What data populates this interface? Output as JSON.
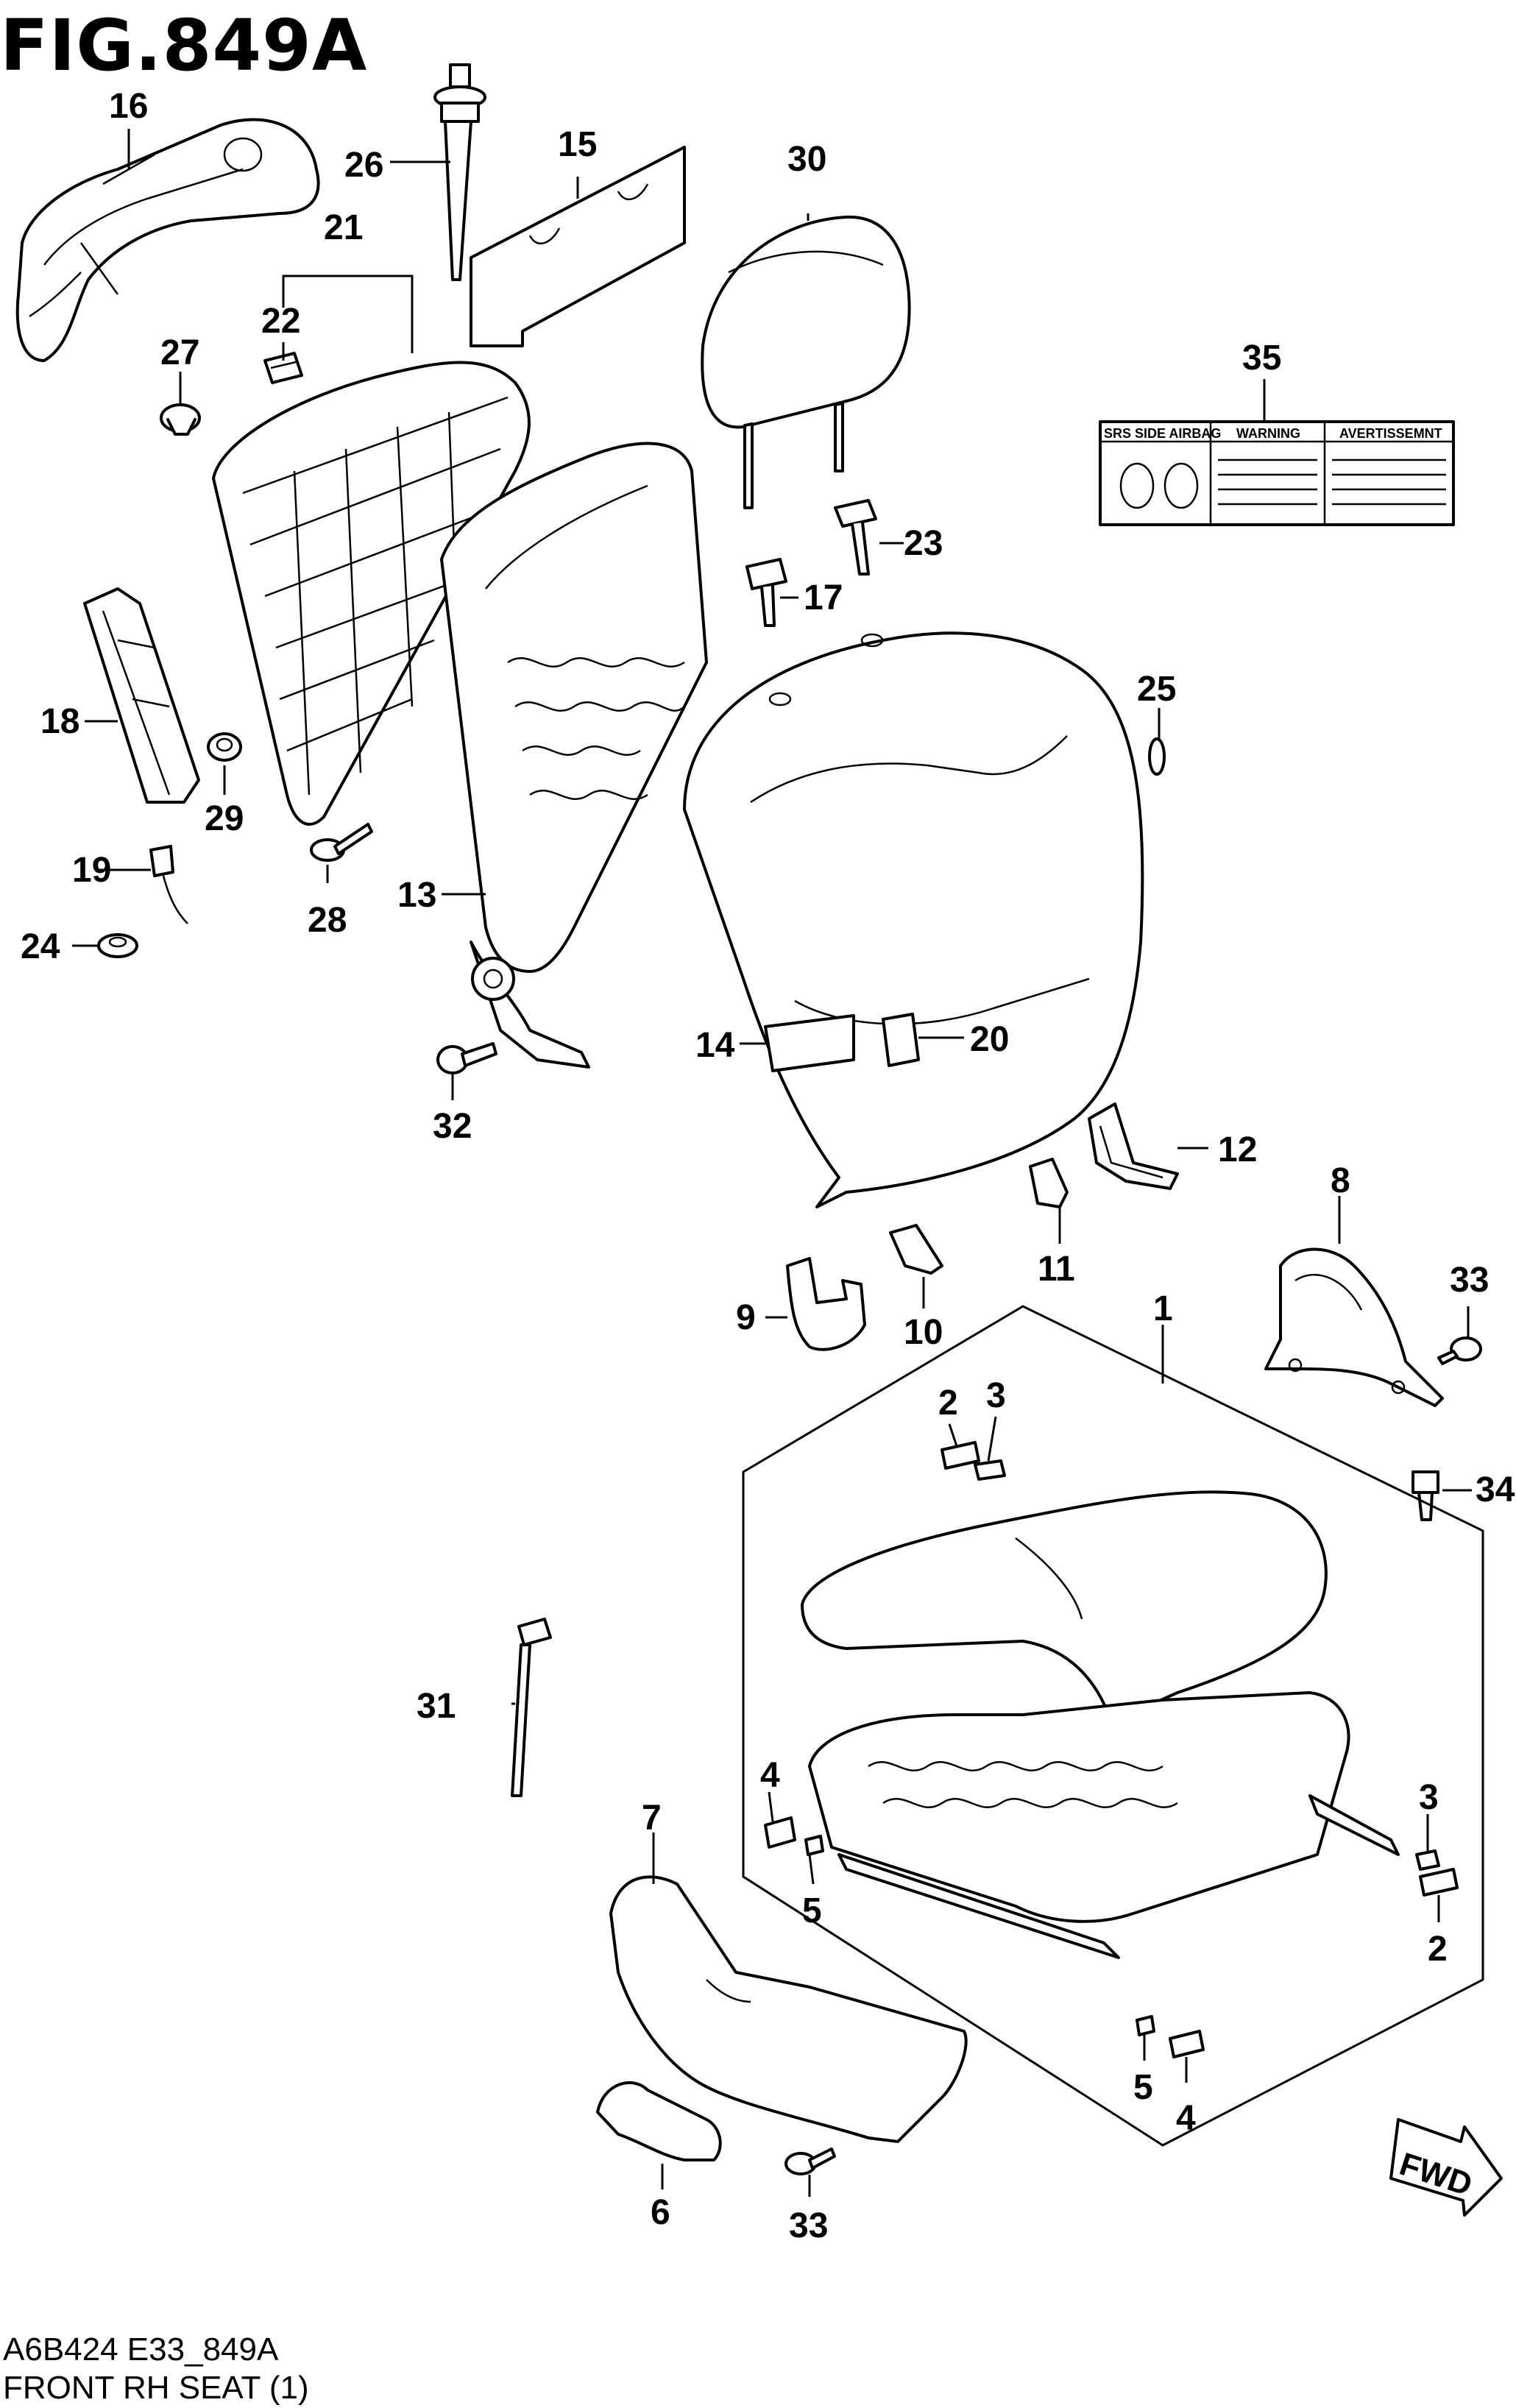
{
  "figure": {
    "title": "FIG.849A",
    "code": "A6B424 E33_849A",
    "caption": "FRONT RH SEAT (1)"
  },
  "callouts": [
    "1",
    "2",
    "3",
    "4",
    "5",
    "6",
    "7",
    "8",
    "9",
    "10",
    "11",
    "12",
    "13",
    "14",
    "15",
    "16",
    "17",
    "18",
    "19",
    "20",
    "21",
    "22",
    "23",
    "24",
    "25",
    "26",
    "27",
    "28",
    "29",
    "30",
    "31",
    "32",
    "33",
    "34",
    "35"
  ],
  "label_35": {
    "row1_left": "SRS SIDE AIRBAG",
    "row1_mid": "WARNING",
    "row1_right": "AVERTISSEMNT"
  },
  "direction_arrow": "FWD"
}
